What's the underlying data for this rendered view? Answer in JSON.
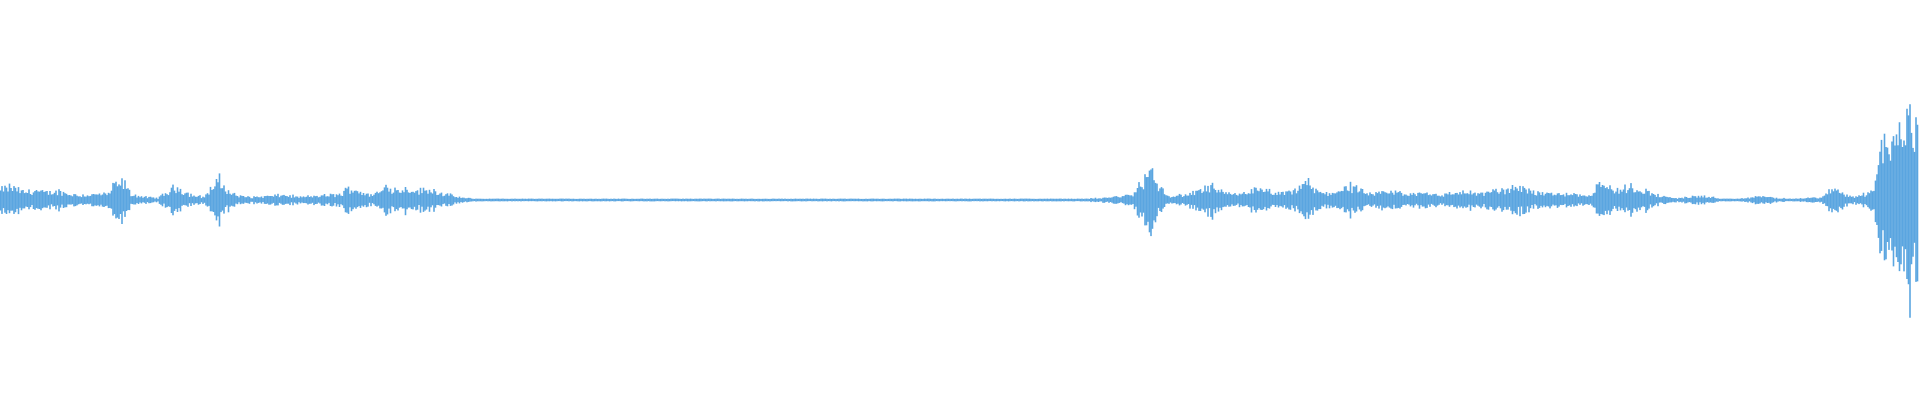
{
  "waveform": {
    "color": "#5aa5e0",
    "baseline_amplitude": 0.01,
    "envelope_points": [
      [
        0.0,
        0.1
      ],
      [
        0.004,
        0.13
      ],
      [
        0.008,
        0.12
      ],
      [
        0.012,
        0.08
      ],
      [
        0.018,
        0.1
      ],
      [
        0.024,
        0.07
      ],
      [
        0.03,
        0.09
      ],
      [
        0.036,
        0.06
      ],
      [
        0.042,
        0.05
      ],
      [
        0.046,
        0.05
      ],
      [
        0.05,
        0.06
      ],
      [
        0.056,
        0.06
      ],
      [
        0.06,
        0.16
      ],
      [
        0.064,
        0.18
      ],
      [
        0.068,
        0.06
      ],
      [
        0.075,
        0.03
      ],
      [
        0.082,
        0.02
      ],
      [
        0.088,
        0.09
      ],
      [
        0.092,
        0.14
      ],
      [
        0.096,
        0.08
      ],
      [
        0.1,
        0.05
      ],
      [
        0.106,
        0.03
      ],
      [
        0.11,
        0.12
      ],
      [
        0.114,
        0.2
      ],
      [
        0.118,
        0.1
      ],
      [
        0.124,
        0.04
      ],
      [
        0.132,
        0.03
      ],
      [
        0.14,
        0.04
      ],
      [
        0.148,
        0.05
      ],
      [
        0.156,
        0.03
      ],
      [
        0.164,
        0.04
      ],
      [
        0.172,
        0.05
      ],
      [
        0.178,
        0.06
      ],
      [
        0.182,
        0.13
      ],
      [
        0.186,
        0.1
      ],
      [
        0.192,
        0.05
      ],
      [
        0.198,
        0.08
      ],
      [
        0.202,
        0.16
      ],
      [
        0.206,
        0.1
      ],
      [
        0.212,
        0.12
      ],
      [
        0.218,
        0.09
      ],
      [
        0.224,
        0.11
      ],
      [
        0.23,
        0.07
      ],
      [
        0.236,
        0.04
      ],
      [
        0.242,
        0.02
      ],
      [
        0.25,
        0.01
      ],
      [
        0.3,
        0.007
      ],
      [
        0.4,
        0.007
      ],
      [
        0.5,
        0.008
      ],
      [
        0.56,
        0.007
      ],
      [
        0.574,
        0.02
      ],
      [
        0.59,
        0.05
      ],
      [
        0.596,
        0.2
      ],
      [
        0.6,
        0.3
      ],
      [
        0.604,
        0.12
      ],
      [
        0.61,
        0.04
      ],
      [
        0.618,
        0.05
      ],
      [
        0.626,
        0.1
      ],
      [
        0.632,
        0.14
      ],
      [
        0.638,
        0.06
      ],
      [
        0.646,
        0.06
      ],
      [
        0.652,
        0.1
      ],
      [
        0.66,
        0.09
      ],
      [
        0.668,
        0.06
      ],
      [
        0.676,
        0.1
      ],
      [
        0.68,
        0.2
      ],
      [
        0.684,
        0.12
      ],
      [
        0.69,
        0.06
      ],
      [
        0.698,
        0.1
      ],
      [
        0.704,
        0.14
      ],
      [
        0.71,
        0.08
      ],
      [
        0.716,
        0.05
      ],
      [
        0.722,
        0.09
      ],
      [
        0.728,
        0.08
      ],
      [
        0.734,
        0.05
      ],
      [
        0.74,
        0.08
      ],
      [
        0.746,
        0.07
      ],
      [
        0.752,
        0.05
      ],
      [
        0.758,
        0.07
      ],
      [
        0.764,
        0.09
      ],
      [
        0.77,
        0.06
      ],
      [
        0.776,
        0.08
      ],
      [
        0.782,
        0.1
      ],
      [
        0.788,
        0.11
      ],
      [
        0.794,
        0.14
      ],
      [
        0.8,
        0.08
      ],
      [
        0.806,
        0.07
      ],
      [
        0.812,
        0.06
      ],
      [
        0.818,
        0.07
      ],
      [
        0.824,
        0.05
      ],
      [
        0.83,
        0.06
      ],
      [
        0.834,
        0.22
      ],
      [
        0.838,
        0.12
      ],
      [
        0.844,
        0.1
      ],
      [
        0.85,
        0.13
      ],
      [
        0.856,
        0.11
      ],
      [
        0.862,
        0.06
      ],
      [
        0.868,
        0.03
      ],
      [
        0.874,
        0.02
      ],
      [
        0.88,
        0.03
      ],
      [
        0.886,
        0.04
      ],
      [
        0.892,
        0.03
      ],
      [
        0.898,
        0.01
      ],
      [
        0.906,
        0.01
      ],
      [
        0.914,
        0.03
      ],
      [
        0.92,
        0.04
      ],
      [
        0.926,
        0.02
      ],
      [
        0.934,
        0.01
      ],
      [
        0.942,
        0.02
      ],
      [
        0.95,
        0.03
      ],
      [
        0.956,
        0.12
      ],
      [
        0.96,
        0.08
      ],
      [
        0.966,
        0.03
      ],
      [
        0.972,
        0.06
      ],
      [
        0.976,
        0.09
      ],
      [
        0.98,
        0.5
      ],
      [
        0.984,
        0.62
      ],
      [
        0.988,
        0.55
      ],
      [
        0.992,
        0.78
      ],
      [
        0.996,
        0.9
      ],
      [
        1.0,
        0.7
      ]
    ]
  }
}
